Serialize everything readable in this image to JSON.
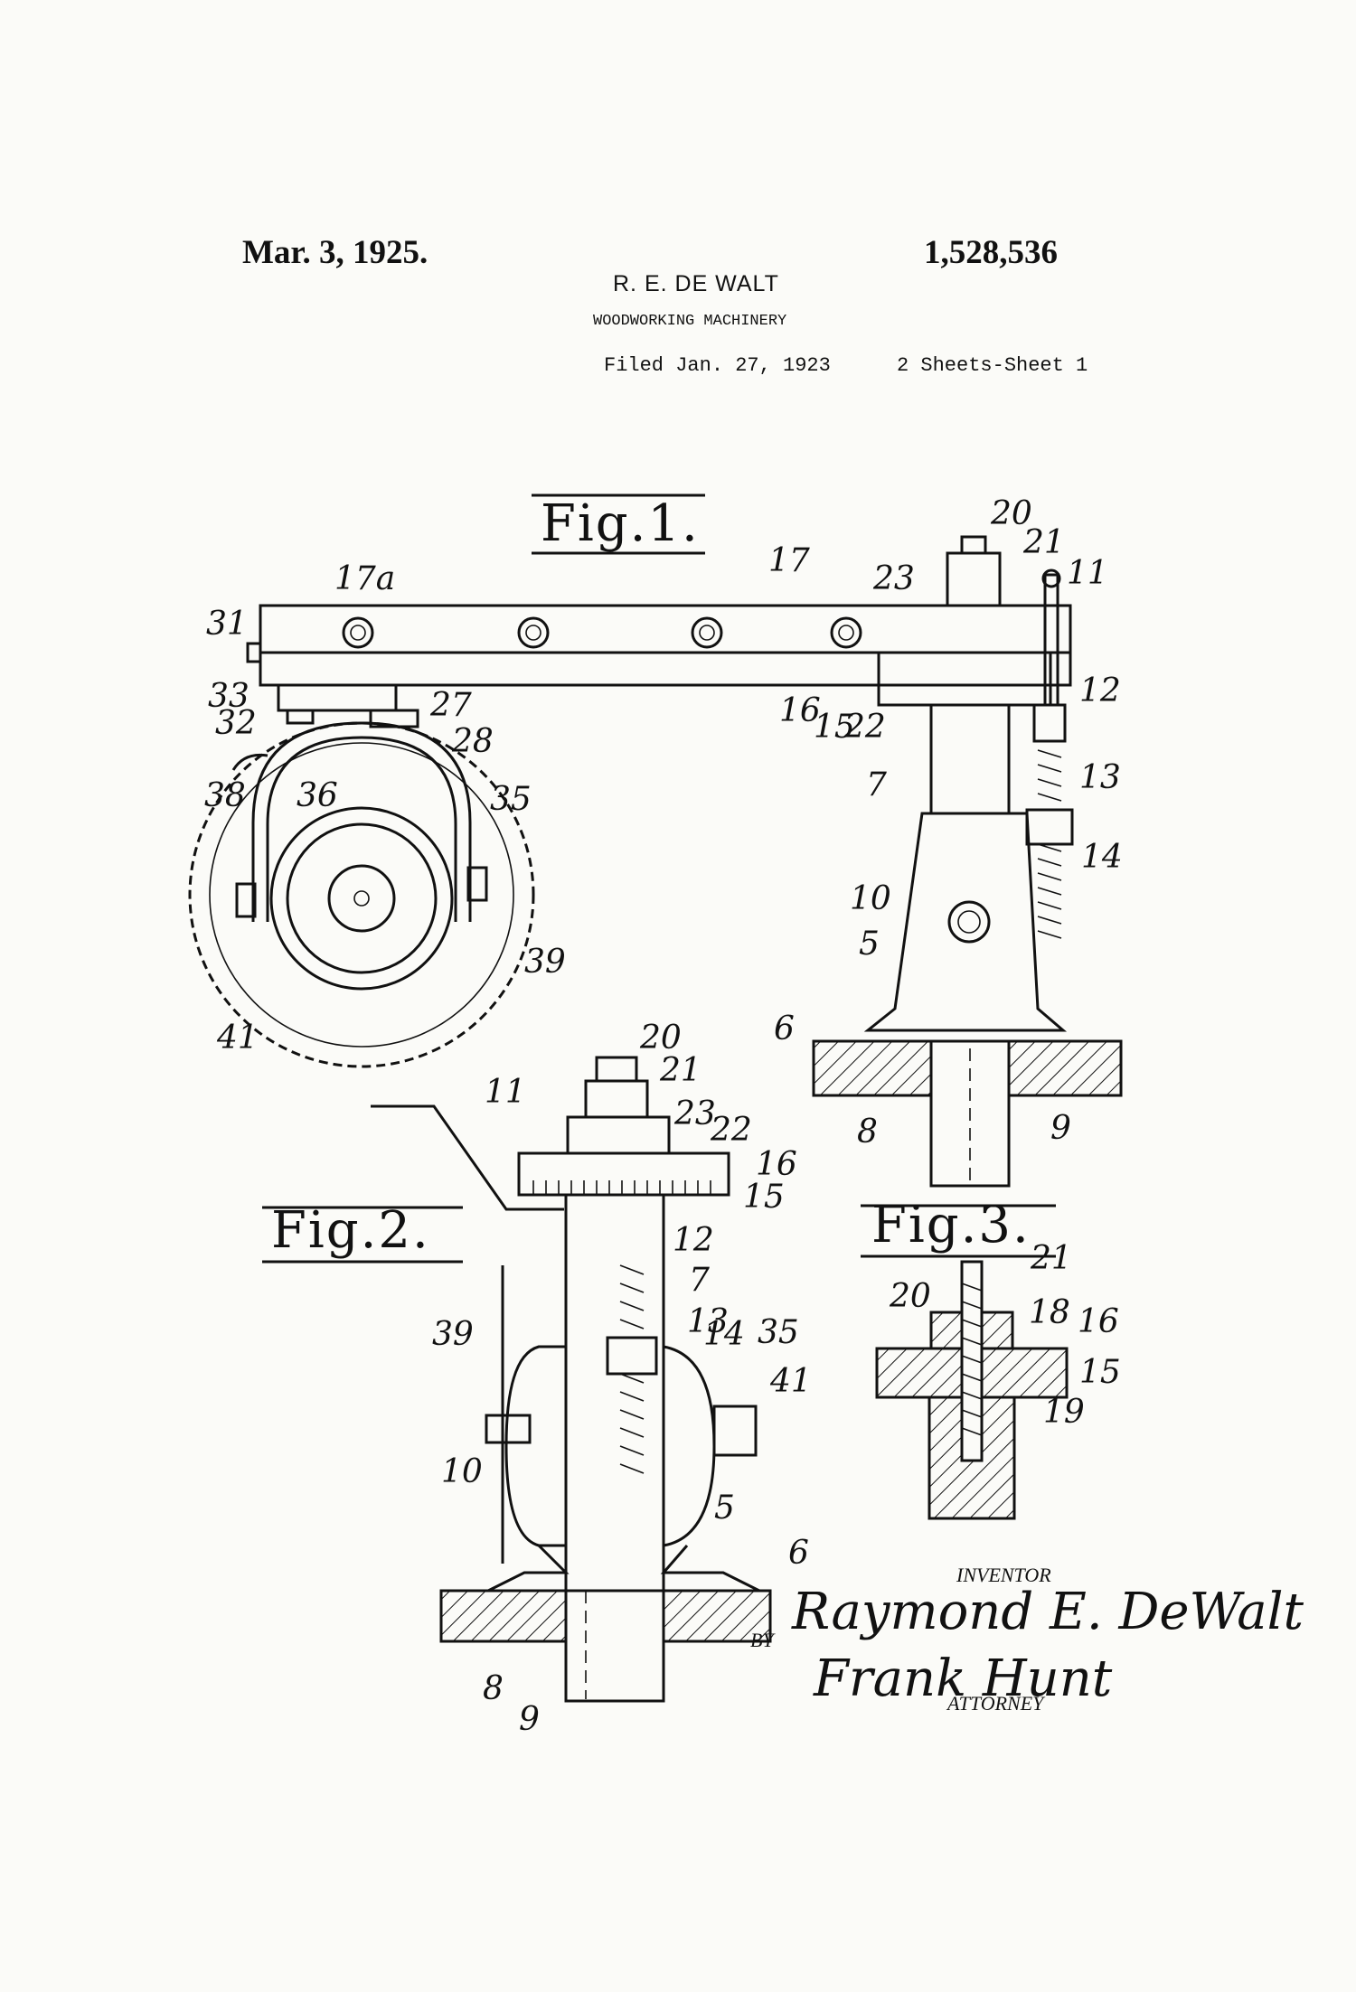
{
  "header": {
    "date": "Mar. 3, 1925.",
    "patent_number": "1,528,536",
    "inventor": "R. E. DE WALT",
    "title": "WOODWORKING MACHINERY",
    "filed": "Filed Jan. 27, 1923",
    "sheets": "2 Sheets-Sheet 1"
  },
  "figures": {
    "fig1": {
      "title": "Fig.1.",
      "labels": [
        "17a",
        "17",
        "23",
        "20",
        "21",
        "11",
        "31",
        "33",
        "32",
        "27",
        "28",
        "38",
        "36",
        "35",
        "39",
        "41",
        "16",
        "15",
        "22",
        "12",
        "7",
        "13",
        "14",
        "10",
        "5",
        "6",
        "8",
        "9"
      ]
    },
    "fig2": {
      "title": "Fig.2.",
      "labels": [
        "20",
        "21",
        "11",
        "23",
        "22",
        "16",
        "15",
        "12",
        "7",
        "13",
        "39",
        "14",
        "35",
        "41",
        "10",
        "5",
        "6",
        "8",
        "9"
      ]
    },
    "fig3": {
      "title": "Fig.3.",
      "labels": [
        "21",
        "20",
        "18",
        "16",
        "15",
        "19"
      ]
    }
  },
  "signature": {
    "inventor_label": "INVENTOR",
    "by_label": "BY",
    "attorney_label": "ATTORNEY",
    "inventor_signature": "Raymond E. DeWalt",
    "attorney_signature": "Frank Hunt"
  }
}
